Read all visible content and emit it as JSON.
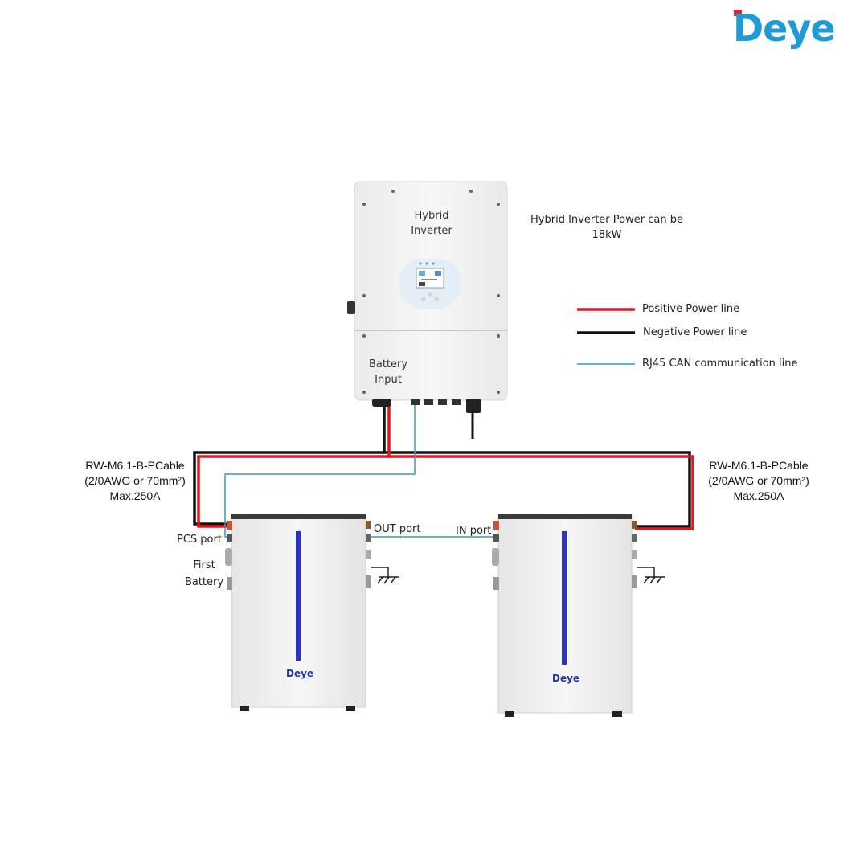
{
  "brand": {
    "logo": "Deye",
    "logo_color": "#1e9ad6",
    "logo_accent": "#e0252b"
  },
  "inverter": {
    "label_top": [
      "Hybrid",
      "Inverter"
    ],
    "label_bottom": [
      "Battery",
      "Input"
    ]
  },
  "note": [
    "Hybrid Inverter Power can be",
    "18kW"
  ],
  "legend": [
    {
      "label": "Positive Power line",
      "color": "#e0181e"
    },
    {
      "label": "Negative Power line",
      "color": "#111111"
    },
    {
      "label": "RJ45 CAN communication line",
      "color": "#3a9ab8"
    }
  ],
  "cable_left": [
    "RW-M6.1-B-PCable",
    "(2/0AWG or 70mm²)",
    "Max.250A"
  ],
  "cable_right": [
    "RW-M6.1-B-PCable",
    "(2/0AWG or 70mm²)",
    "Max.250A"
  ],
  "ports": {
    "pcs": "PCS port",
    "out": "OUT port",
    "in": "IN port",
    "first_battery": [
      "First",
      "Battery"
    ]
  },
  "battery_logo": "Deye"
}
